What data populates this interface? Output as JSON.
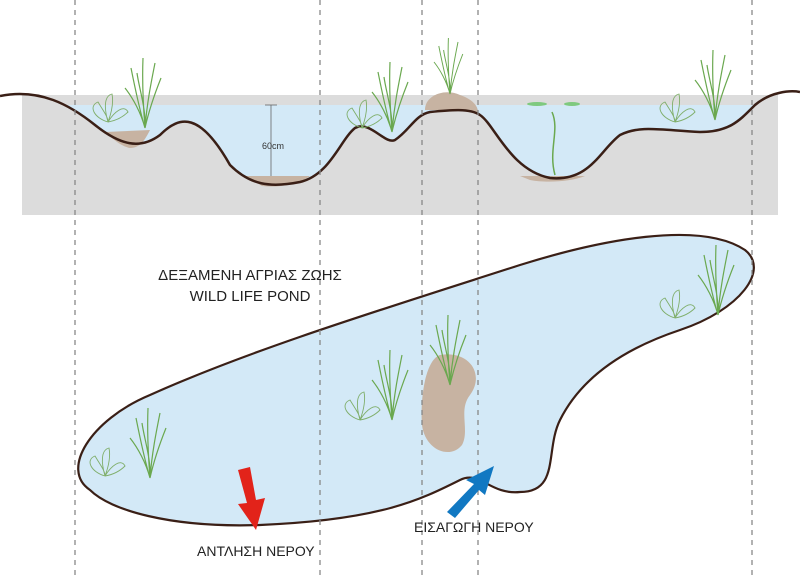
{
  "title": {
    "line1": "ΔΕΞΑΜΕΝΗ ΑΓΡΙΑΣ ΖΩΗΣ",
    "line2": "WILD LIFE POND"
  },
  "section": {
    "depth_label": "60cm"
  },
  "labels": {
    "pump": "ΑΝΤΛΗΣΗ ΝΕΡΟΥ",
    "inlet": "ΕΙΣΑΓΩΓΗ ΝΕΡΟΥ"
  },
  "colors": {
    "water": "#d3e9f7",
    "ground": "#dcdcdc",
    "sediment": "#c7b3a2",
    "outline": "#3a1f16",
    "pump_arrow": "#e2231a",
    "inlet_arrow": "#1178c2",
    "plant": "#6aa84f"
  }
}
